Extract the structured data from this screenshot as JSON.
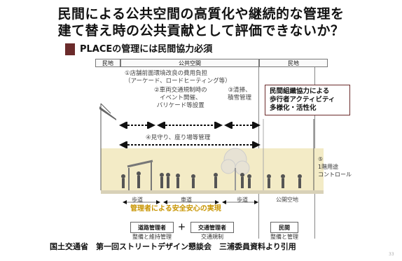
{
  "title": {
    "line1": "民間による公共空間の高質化や継続的な管理を",
    "line2": "建て替え時の公共貢献として評価できないか？"
  },
  "subheading": "PLACEの管理には民間協力必須",
  "headers": {
    "private_left": "民地",
    "public": "公共空間",
    "private_right": "民地"
  },
  "annotations": {
    "a1": [
      "①店舗前面環境改良の費用負担",
      "（アーケード、ロードヒーティング等）"
    ],
    "a2": [
      "②車両交通規制時の",
      "イベント開催、",
      "バリケード等設置"
    ],
    "a3": [
      "③清掃、",
      "積雪管理"
    ],
    "a4": "④見守り、座り場等管理"
  },
  "highlight_box": [
    "民間組織協力による",
    "歩行者アクティビティ",
    "多様化・活性化"
  ],
  "side_note": [
    "⑤",
    "1階用途",
    "コントロール"
  ],
  "section_labels": {
    "sidewalk_left": "歩道",
    "roadway": "車道",
    "sidewalk_right": "歩道",
    "public_open_space": "公開空地"
  },
  "banner": "管理者による安全安心の実現",
  "managers": {
    "road": {
      "label": "道路管理者",
      "caption": "整備と維持管理"
    },
    "plus": "＋",
    "traffic": {
      "label": "交通管理者",
      "caption": "交通規制"
    },
    "private": {
      "label": "民間",
      "caption": "整備と管理"
    }
  },
  "footer": "国土交通省　第一回ストリートデザイン懇談会　三浦委員資料より引用",
  "page_number": "33",
  "colors": {
    "accent_mark": "#6b2b2b",
    "banner_text": "#c89400",
    "band": "#f3ebc6",
    "box_border": "#6b2b2b"
  }
}
